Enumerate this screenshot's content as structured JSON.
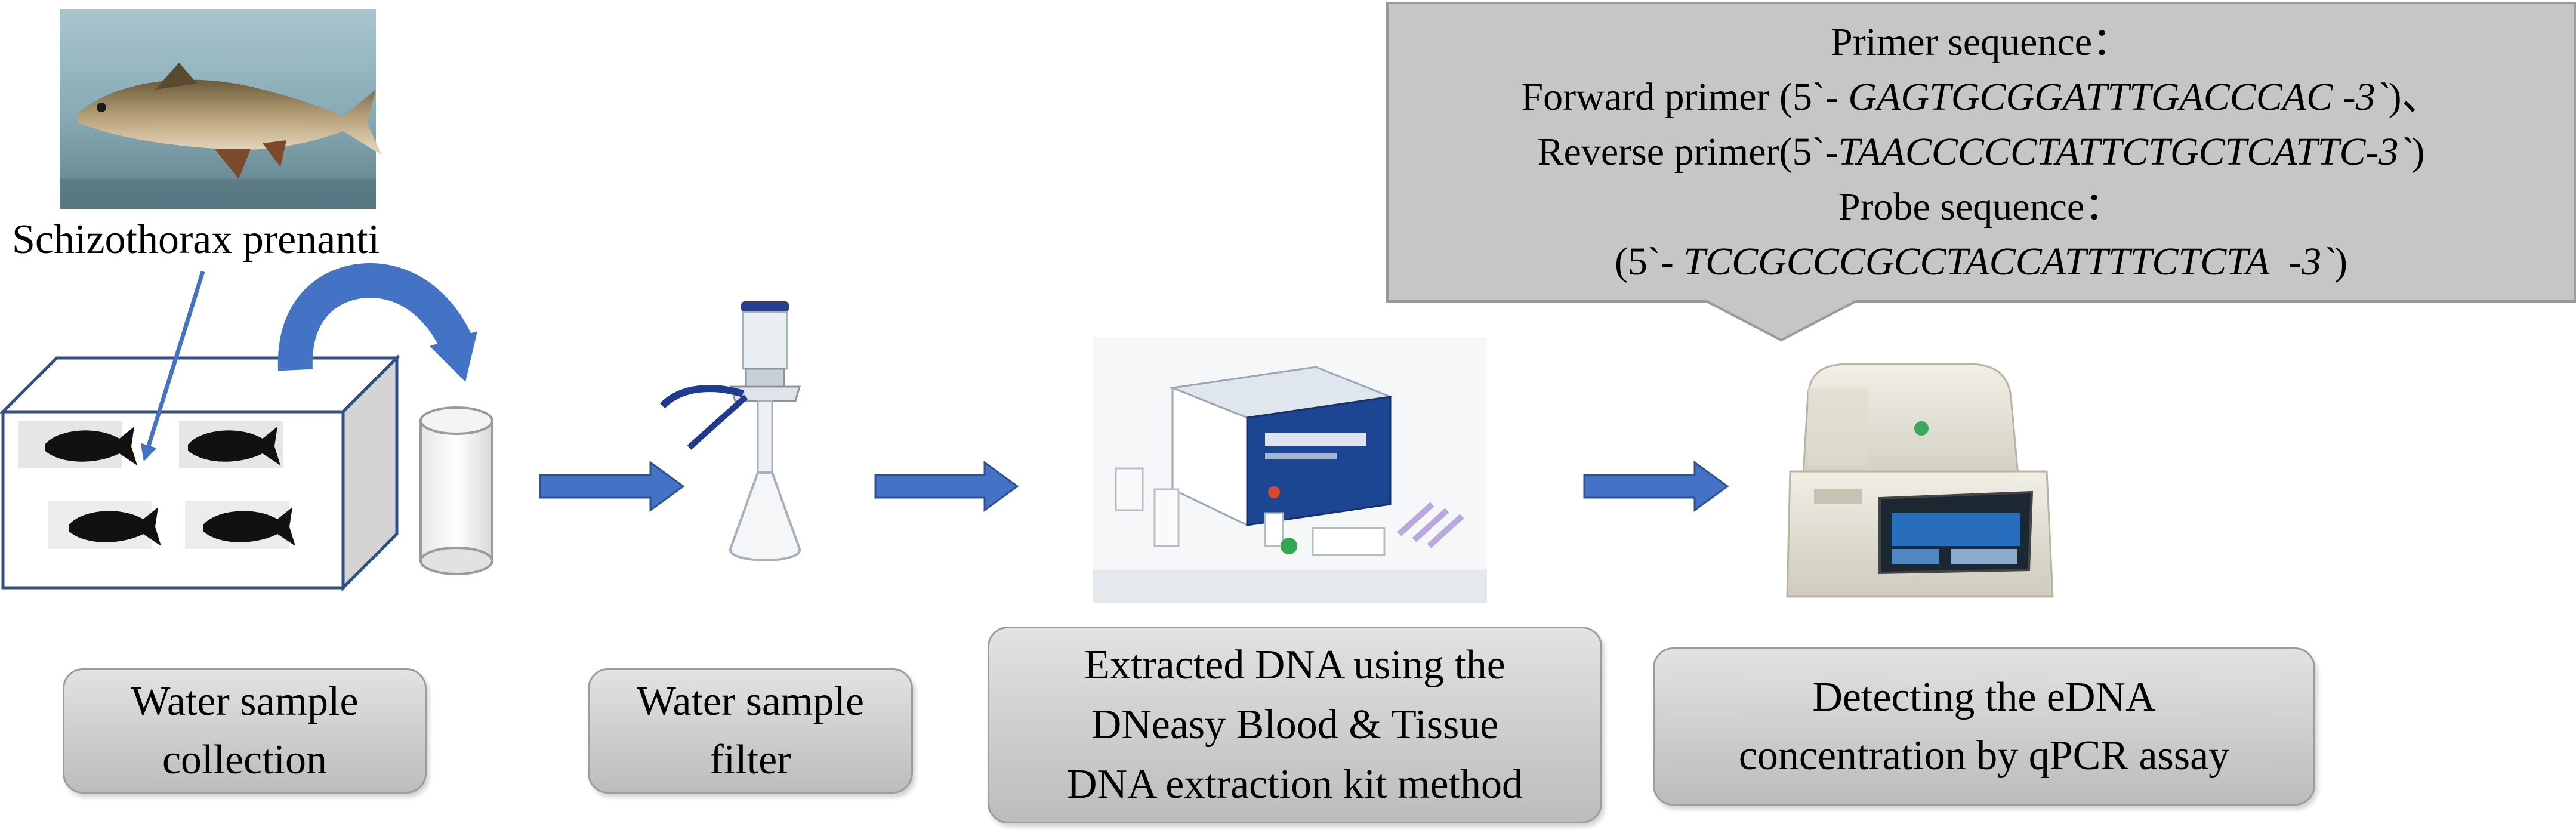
{
  "fish_label": "Schizothorax prenanti",
  "primer_callout": {
    "title": "Primer sequence：",
    "forward_prefix": "Forward primer (5`- ",
    "forward_seq": "GAGTGCGGATTTGACCCAC -3`",
    "forward_suffix": ")、",
    "reverse_prefix": "Reverse primer(5`-",
    "reverse_seq": "TAACCCCCTATTCTGCTCATTC-3`",
    "reverse_suffix": ")",
    "probe_title": "Probe sequence：",
    "probe_prefix": "(5`- ",
    "probe_seq": "TCCGCCCGCCTACCATTTTCTCTA  -3`",
    "probe_suffix": ")"
  },
  "steps": [
    {
      "lines": [
        "Water sample",
        "collection"
      ]
    },
    {
      "lines": [
        "Water sample",
        "filter"
      ]
    },
    {
      "lines": [
        "Extracted DNA using the",
        "DNeasy Blood & Tissue",
        "DNA extraction kit method"
      ]
    },
    {
      "lines": [
        "Detecting the eDNA",
        "concentration by qPCR assay"
      ]
    }
  ],
  "colors": {
    "arrow_blue": "#4472c4",
    "box_gray": "#cfcfcf",
    "callout_gray": "#c6c6c6",
    "tank_gray": "#d4d4d4"
  }
}
